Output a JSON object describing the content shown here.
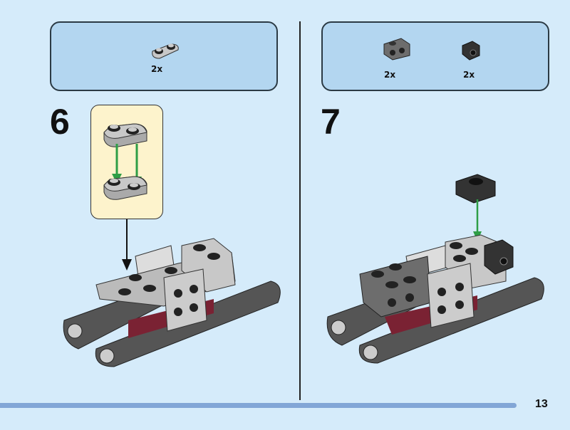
{
  "page_number": "13",
  "steps": [
    {
      "number": "6",
      "parts": [
        {
          "quantity": "2x",
          "part": "light-gray-1x2-rounded-plate"
        }
      ]
    },
    {
      "number": "7",
      "parts": [
        {
          "quantity": "2x",
          "part": "dark-gray-1x2-bracket"
        },
        {
          "quantity": "2x",
          "part": "black-1x1-bracket"
        }
      ]
    }
  ],
  "colors": {
    "background": "#d5ebfa",
    "parts_box": "#b3d6f0",
    "callout": "#fdf3cc",
    "arrow_green": "#2e9e46",
    "footer_bar": "#82a6d6"
  }
}
